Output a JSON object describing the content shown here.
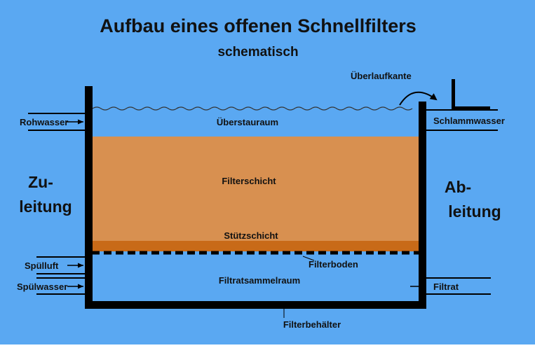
{
  "title": "Aufbau eines offenen Schnellfilters",
  "subtitle": "schematisch",
  "labels": {
    "ueberlaufkante": "Überlaufkante",
    "rohwasser": "Rohwasser",
    "ueberstauraum": "Überstauraum",
    "schlammwasser": "Schlammwasser",
    "zuleitung_line1": "Zu-",
    "zuleitung_line2": "leitung",
    "ableitung_line1": "Ab-",
    "ableitung_line2": "leitung",
    "filterschicht": "Filterschicht",
    "stuetzschicht": "Stützschicht",
    "filterboden": "Filterboden",
    "spuelluft": "Spülluft",
    "spuelwasser": "Spülwasser",
    "filtratsammelraum": "Filtratsammelraum",
    "filtrat": "Filtrat",
    "filterbehaelter": "Filterbehälter"
  },
  "colors": {
    "background": "#5aa8f2",
    "filter_layer": "#d89050",
    "support_layer": "#c86a18",
    "walls": "#000000",
    "water_line": "#333333"
  }
}
